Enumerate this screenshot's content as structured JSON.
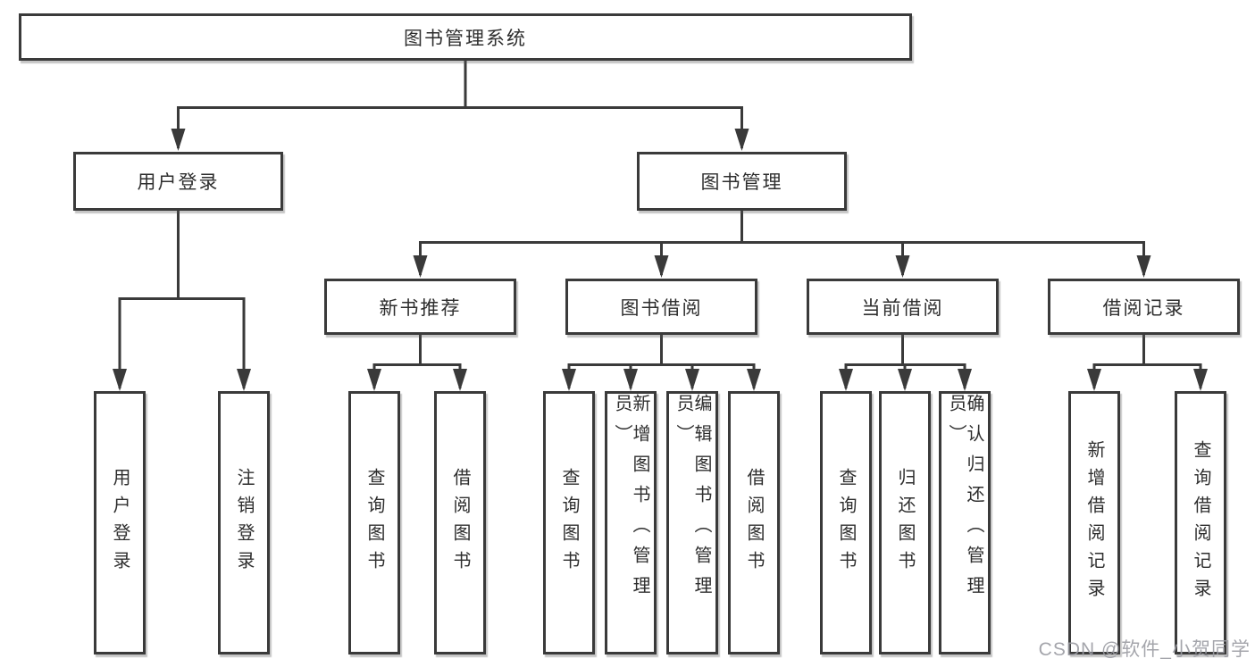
{
  "nodes": {
    "root": {
      "label": "图书管理系统"
    },
    "l2": [
      {
        "label": "用户登录"
      },
      {
        "label": "图书管理"
      }
    ],
    "l3": [
      {
        "label": "新书推荐"
      },
      {
        "label": "图书借阅"
      },
      {
        "label": "当前借阅"
      },
      {
        "label": "借阅记录"
      }
    ],
    "l4": [
      {
        "label": "用户登录"
      },
      {
        "label": "注销登录"
      },
      {
        "label": "查询图书"
      },
      {
        "label": "借阅图书"
      },
      {
        "label": "查询图书"
      },
      {
        "label": "新增图书（管理员）"
      },
      {
        "label": "编辑图书（管理员）"
      },
      {
        "label": "借阅图书"
      },
      {
        "label": "查询图书"
      },
      {
        "label": "归还图书"
      },
      {
        "label": "确认归还（管理员）"
      },
      {
        "label": "新增借阅记录"
      },
      {
        "label": "查询借阅记录"
      }
    ]
  },
  "watermark": "CSDN @软件_小贺同学",
  "colors": {
    "line": "#3a3a3a",
    "box_fill": "#ffffff",
    "text": "#2e2e2e",
    "watermark": "#9b9ca3"
  }
}
